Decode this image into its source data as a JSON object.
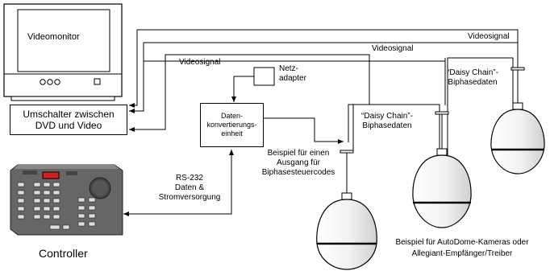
{
  "monitor": {
    "label": "Videomonitor"
  },
  "switcher": {
    "line1": "Umschalter zwischen",
    "line2": "DVD und Video"
  },
  "converter": {
    "line1": "Daten-",
    "line2": "konvertierungs-",
    "line3": "einheit"
  },
  "power_adapter": {
    "line1": "Netz-",
    "line2": "adapter"
  },
  "controller": {
    "label": "Controller"
  },
  "labels": {
    "video_signal_1": "Videosignal",
    "video_signal_2": "Videosignal",
    "video_signal_3": "Videosignal",
    "rs232_line1": "RS-232",
    "rs232_line2": "Daten &",
    "rs232_line3": "Stromversorgung",
    "biphase_example_line1": "Beispiel für einen",
    "biphase_example_line2": "Ausgang für",
    "biphase_example_line3": "Biphasesteuercodes",
    "daisy_chain_1_line1": "“Daisy Chain”-",
    "daisy_chain_1_line2": "Biphasedaten",
    "daisy_chain_2_line1": "“Daisy Chain”-",
    "daisy_chain_2_line2": "Biphasedaten",
    "cameras_example_line1": "Beispiel für AutoDome-Kameras oder",
    "cameras_example_line2": "Allegiant-Empfänger/Treiber"
  }
}
